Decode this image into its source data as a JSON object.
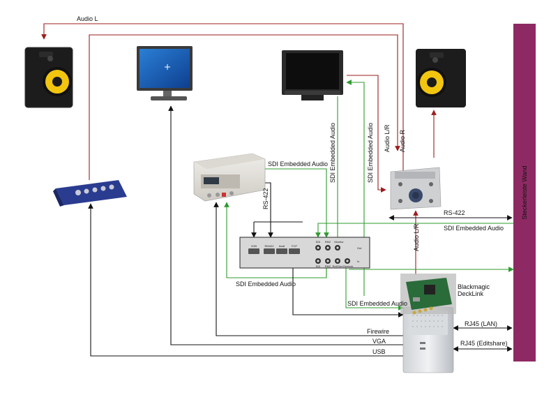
{
  "colors": {
    "audio": "#9b1c1c",
    "sdi": "#2e9b2e",
    "control": "#111111",
    "wall": "#8e2a63"
  },
  "wall": {
    "label": "Steckerleiste Wand"
  },
  "devices": {
    "speaker_left": {
      "icon": "studio-speaker-icon"
    },
    "speaker_right": {
      "icon": "studio-speaker-icon"
    },
    "computer_monitor": {
      "icon": "lcd-monitor-icon"
    },
    "broadcast_monitor": {
      "icon": "broadcast-monitor-icon"
    },
    "audio_interface": {
      "icon": "usb-audio-interface-icon"
    },
    "video_deck": {
      "icon": "video-deck-icon"
    },
    "monitor_controller": {
      "icon": "monitor-controller-icon"
    },
    "breakout_box": {
      "icon": "breakout-panel-icon",
      "ports_top": [
        "2GB",
        "RM422",
        "Avail",
        "FCP"
      ],
      "ports_sdi_top": [
        "SDI",
        "RM2",
        "Monitor"
      ],
      "ports_sdi_bottom": [
        "SDI",
        "RM2",
        "Ref/Gen",
        "Genlock"
      ],
      "side_labels": [
        "Out",
        "In"
      ]
    },
    "deckling_card": {
      "label_line1": "Blackmagic",
      "label_line2": "DeckLink"
    },
    "workstation": {
      "icon": "tower-computer-icon"
    }
  },
  "connections": {
    "audio_l": "Audio L",
    "audio_r": "Audio R",
    "audio_lr_upper": "Audio L/R",
    "audio_lr_lower": "Audio L/R",
    "sdi_embedded_audio_deck": "SDI Embedded Audio",
    "sdi_embedded_audio_v1": "SDI Embedded Audio",
    "sdi_embedded_audio_v2": "SDI Embedded Audio",
    "sdi_embedded_audio_wall": "SDI Embedded Audio",
    "sdi_embedded_audio_return": "SDI Embedded Audio",
    "sdi_embedded_audio_card": "SDI Embedded Audio",
    "rs422_deck": "RS-422",
    "rs422_wall": "RS-422",
    "firewire": "Firewire",
    "vga": "VGA",
    "usb": "USB",
    "rj45_lan": "RJ45 (LAN)",
    "rj45_editshare": "RJ45 (Editshare)"
  }
}
